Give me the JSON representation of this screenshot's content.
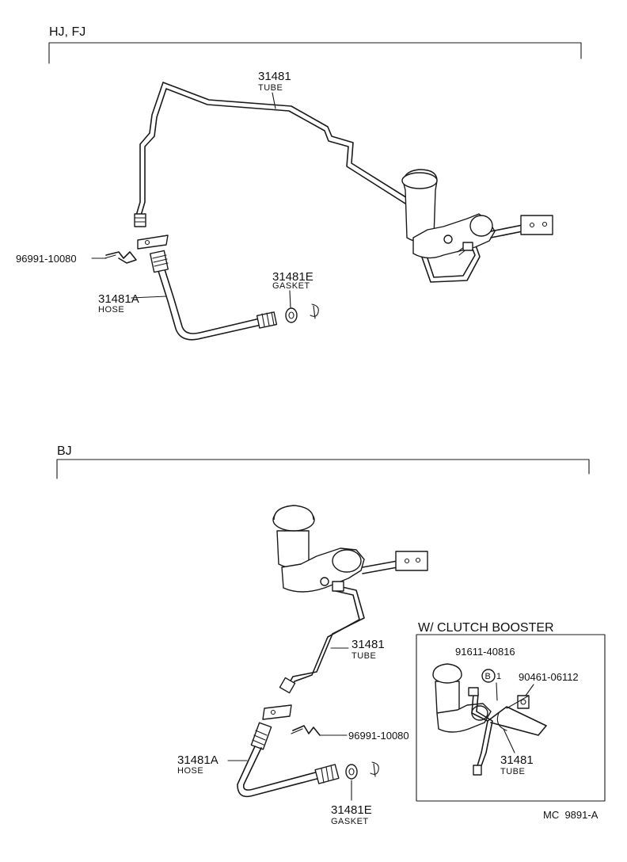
{
  "sections": {
    "top": {
      "heading": "HJ, FJ",
      "labels": {
        "tube_num": "31481",
        "tube_sub": "TUBE",
        "clip_code": "96991-10080",
        "gasket_num": "31481E",
        "gasket_sub": "GASKET",
        "hose_num": "31481A",
        "hose_sub": "HOSE"
      }
    },
    "bottom": {
      "heading": "BJ",
      "labels": {
        "tube_num": "31481",
        "tube_sub": "TUBE",
        "clip_code": "96991-10080",
        "hose_num": "31481A",
        "hose_sub": "HOSE",
        "gasket_num": "31481E",
        "gasket_sub": "GASKET"
      }
    },
    "inset": {
      "heading": "W/ CLUTCH  BOOSTER",
      "labels": {
        "part_a": "91611-40816",
        "callout_letter": "B",
        "callout_count": "1",
        "part_b": "90461-06112",
        "tube_num": "31481",
        "tube_sub": "TUBE"
      }
    }
  },
  "footer": {
    "ref": "MC  9891-A"
  }
}
